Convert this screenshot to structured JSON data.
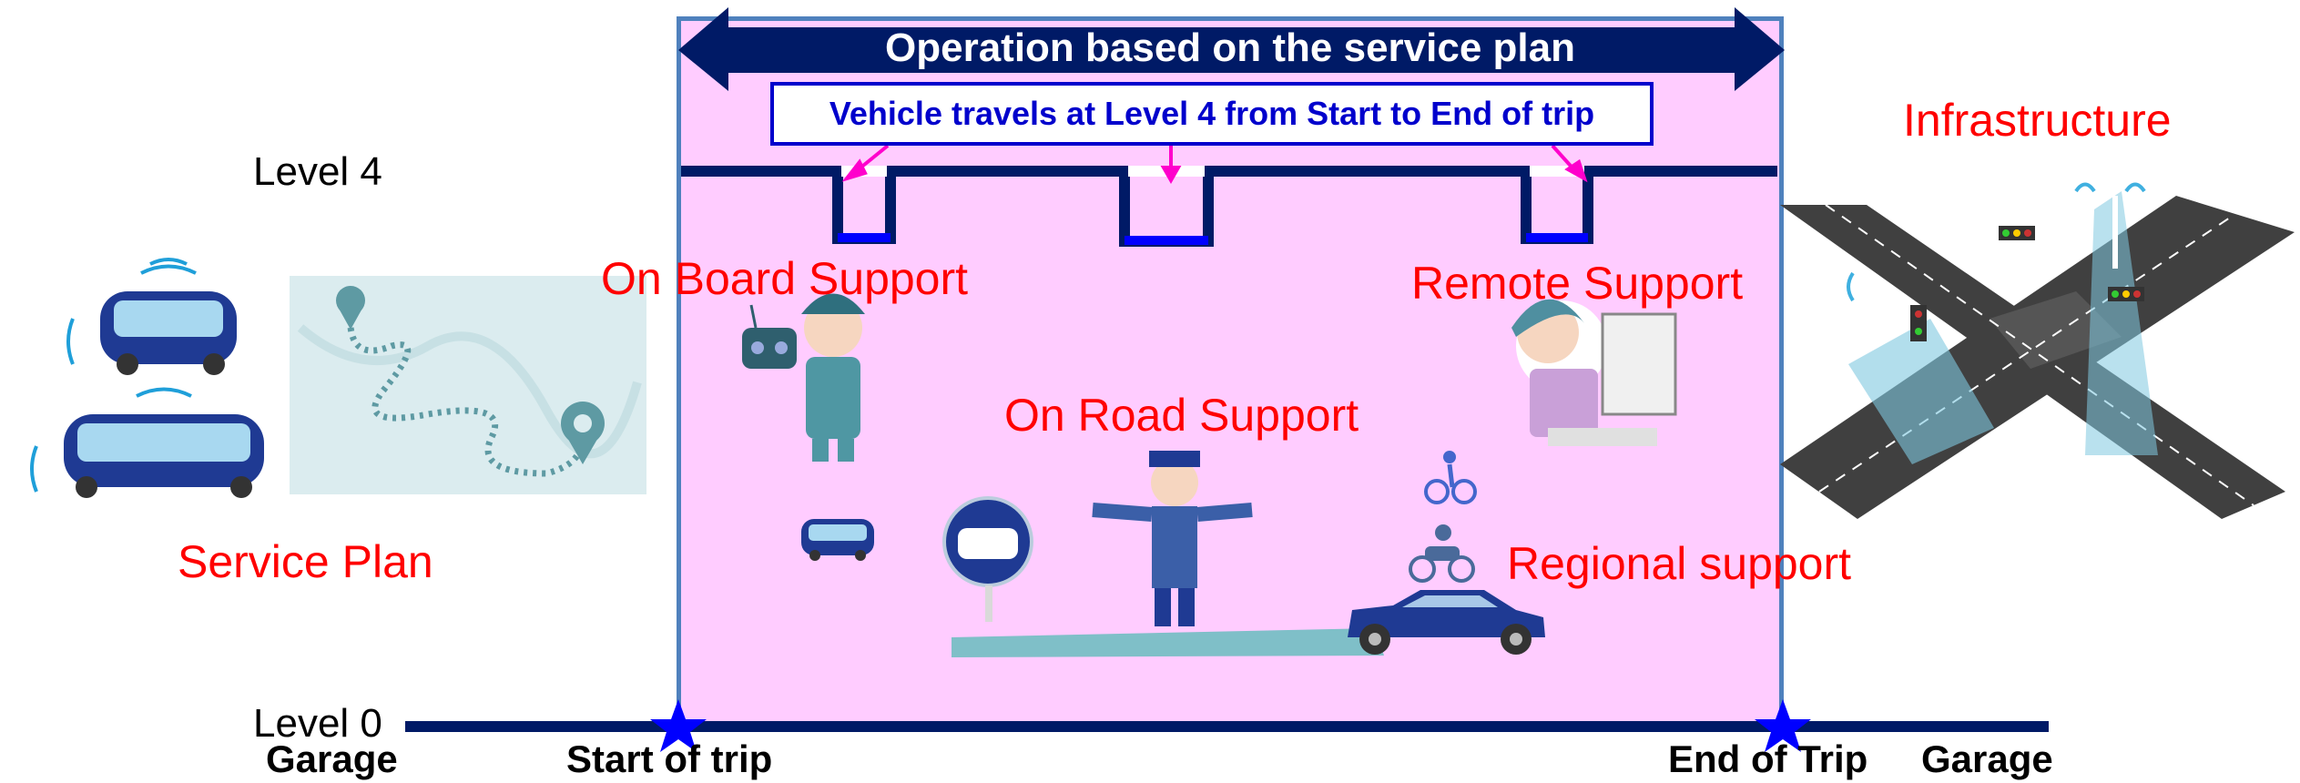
{
  "banner": {
    "text": "Operation  based on the service plan"
  },
  "subtitle": {
    "text": "Vehicle travels at Level 4 from Start to End of trip"
  },
  "levels": {
    "top": "Level 4",
    "bottom": "Level 0"
  },
  "support_labels": {
    "on_board": "On Board Support",
    "remote": "Remote Support",
    "on_road": "On Road Support",
    "regional": "Regional support",
    "service_plan": "Service Plan",
    "infrastructure": "Infrastructure"
  },
  "bottom_labels": {
    "garage_left": "Garage",
    "start": "Start of trip",
    "end": "End of Trip",
    "garage_right": "Garage"
  },
  "colors": {
    "navy": "#001a66",
    "pink_area": "#ffccff",
    "frame": "#4f81bd",
    "label_red": "#ff0000",
    "box_blue": "#0000cc",
    "star_blue": "#0000ff"
  }
}
